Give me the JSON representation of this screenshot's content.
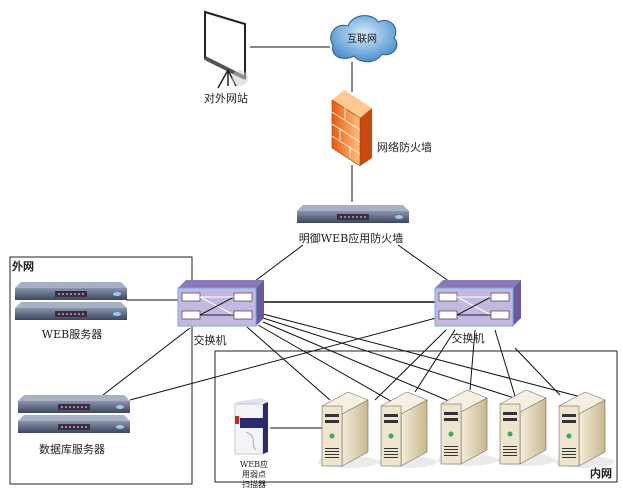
{
  "nodes": {
    "website": {
      "label": "对外网站",
      "icon": "projector-screen-icon"
    },
    "internet": {
      "label": "互联网",
      "icon": "cloud-icon"
    },
    "firewall": {
      "label": "网络防火墙",
      "icon": "firewall-brick-icon"
    },
    "waf": {
      "label": "明御WEB应用防火墙",
      "icon": "rack-appliance-icon"
    },
    "switch_left": {
      "label": "交换机",
      "icon": "switch-icon"
    },
    "switch_right": {
      "label": "交换机",
      "icon": "switch-icon"
    },
    "web_servers": {
      "label": "WEB服务器",
      "icon": "rack-server-icon"
    },
    "db_servers": {
      "label": "数据库服务器",
      "icon": "rack-server-icon"
    },
    "scanner": {
      "label_lines": [
        "WEB应",
        "用弱点",
        "扫描器"
      ],
      "icon": "software-box-icon"
    },
    "towers": {
      "count_icon": "tower-server-icon"
    }
  },
  "zones": {
    "outer": {
      "label": "外网"
    },
    "inner": {
      "label": "内网"
    }
  },
  "colors": {
    "firewall": "#f07a2a",
    "switch": "#b8a8d8",
    "cloud": "#6aa6d8",
    "rack": "#4a5670",
    "tower": "#e8dcc0"
  }
}
